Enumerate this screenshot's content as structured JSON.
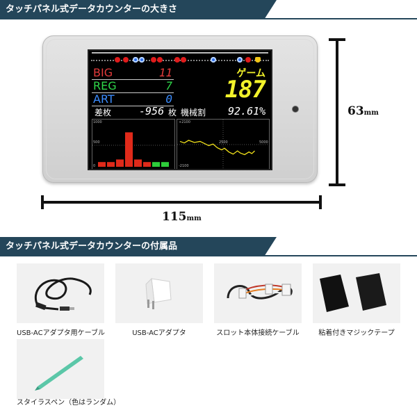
{
  "section1_title": "タッチパネル式データカウンターの大きさ",
  "section2_title": "タッチパネル式データカウンターの付属品",
  "dimensions": {
    "height": "63",
    "width": "115",
    "unit": "mm"
  },
  "screen": {
    "rows": [
      {
        "label": "BIG",
        "value": "11",
        "label_color": "#e23a3a",
        "value_color": "#e23a3a"
      },
      {
        "label": "REG",
        "value": "7",
        "label_color": "#2fd84a",
        "value_color": "#2fd84a"
      },
      {
        "label": "ART",
        "value": "0",
        "label_color": "#3c8dff",
        "value_color": "#3c8dff"
      }
    ],
    "game_label": "ゲーム",
    "game_value": "187",
    "diff_label": "差枚",
    "diff_value": "-956",
    "diff_unit": "枚",
    "rate_label": "機械割",
    "rate_value": "92.61%",
    "bar_graph": {
      "ymax": "1000",
      "ymid": "500",
      "ymin": "0",
      "bars": [
        {
          "value": 110,
          "color": "#e02a1a"
        },
        {
          "value": 110,
          "color": "#e02a1a"
        },
        {
          "value": 170,
          "color": "#e02a1a"
        },
        {
          "value": 800,
          "color": "#e02a1a"
        },
        {
          "value": 170,
          "color": "#e02a1a"
        },
        {
          "value": 110,
          "color": "#e02a1a"
        },
        {
          "value": 110,
          "color": "#2ecc3a"
        },
        {
          "value": 110,
          "color": "#2ecc3a"
        }
      ]
    },
    "line_graph": {
      "ymax": "+2100",
      "ymin": "-2100",
      "xmid": "2500",
      "xmax": "5000",
      "color": "#f2e21a",
      "points": [
        [
          0,
          300
        ],
        [
          3,
          150
        ],
        [
          6,
          400
        ],
        [
          10,
          200
        ],
        [
          14,
          300
        ],
        [
          17,
          100
        ],
        [
          20,
          -100
        ],
        [
          23,
          50
        ],
        [
          26,
          -300
        ],
        [
          29,
          -500
        ],
        [
          31,
          -350
        ],
        [
          34,
          -700
        ],
        [
          37,
          -900
        ],
        [
          40,
          -600
        ],
        [
          42,
          -800
        ],
        [
          45,
          -950
        ],
        [
          48,
          -700
        ],
        [
          50,
          -850
        ],
        [
          52,
          -600
        ]
      ]
    }
  },
  "accessories": [
    {
      "caption": "USB-ACアダプタ用ケーブル",
      "icon": "usb-cable-icon"
    },
    {
      "caption": "USB-ACアダプタ",
      "icon": "ac-adapter-icon"
    },
    {
      "caption": "スロット本体接続ケーブル",
      "icon": "slot-cable-icon"
    },
    {
      "caption": "粘着付きマジックテープ",
      "icon": "velcro-tape-icon"
    },
    {
      "caption": "スタイラスペン（色はランダム）",
      "icon": "stylus-pen-icon"
    }
  ],
  "colors": {
    "banner": "#24465a",
    "device": "#d8d8d8",
    "screen": "#000000"
  }
}
